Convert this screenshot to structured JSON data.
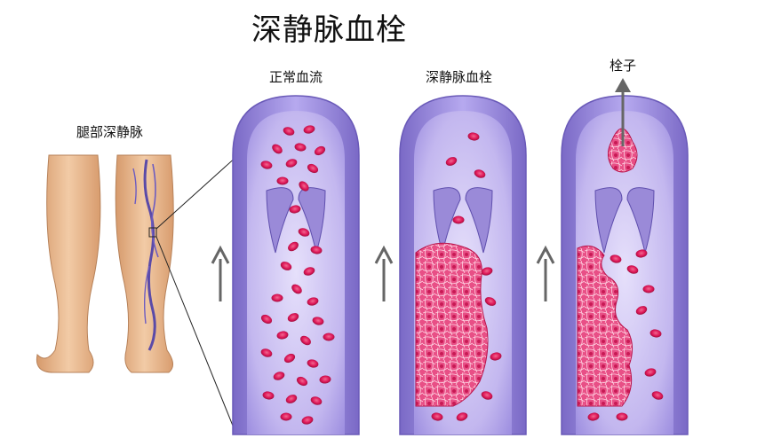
{
  "title": "深静脉血栓",
  "leg_label": "腿部深静脉",
  "panels": [
    {
      "label": "正常血流"
    },
    {
      "label": "深静脉血栓"
    },
    {
      "label": "栓子"
    }
  ],
  "colors": {
    "vessel_wall": "#8e80cf",
    "vessel_inner": "#a596e4",
    "lumen": "#c9bff2",
    "red_cell": "#e0185a",
    "clot": "#ea5c8e",
    "arrow": "#666666",
    "skin": "#e9bb92"
  }
}
